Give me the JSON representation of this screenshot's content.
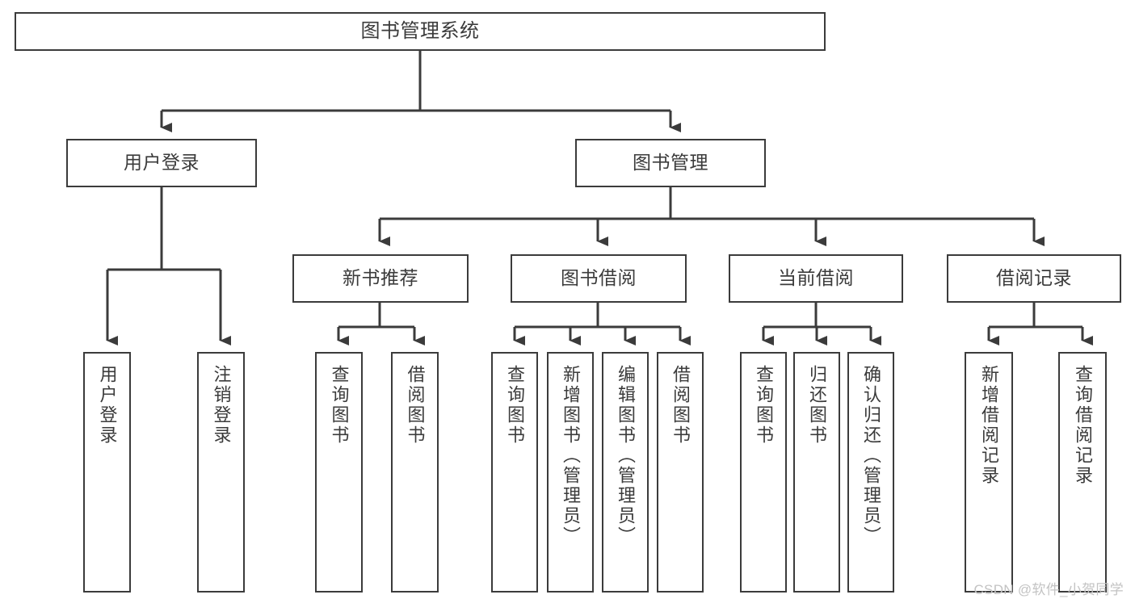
{
  "diagram": {
    "type": "tree",
    "title": "图书管理系统",
    "root": {
      "id": "root",
      "label": "图书管理系统"
    },
    "level1": [
      {
        "id": "user-login",
        "label": "用户登录"
      },
      {
        "id": "book-manage",
        "label": "图书管理"
      }
    ],
    "level2": [
      {
        "id": "new-book-rec",
        "label": "新书推荐",
        "parent": "book-manage"
      },
      {
        "id": "book-borrow",
        "label": "图书借阅",
        "parent": "book-manage"
      },
      {
        "id": "current-borrow",
        "label": "当前借阅",
        "parent": "book-manage"
      },
      {
        "id": "borrow-record",
        "label": "借阅记录",
        "parent": "book-manage"
      }
    ],
    "leaves": [
      {
        "id": "leaf-user-login",
        "label": "用户登录",
        "parent": "user-login"
      },
      {
        "id": "leaf-logout",
        "label": "注销登录",
        "parent": "user-login"
      },
      {
        "id": "leaf-query-book-1",
        "label": "查询图书",
        "parent": "new-book-rec"
      },
      {
        "id": "leaf-borrow-book-1",
        "label": "借阅图书",
        "parent": "new-book-rec"
      },
      {
        "id": "leaf-query-book-2",
        "label": "查询图书",
        "parent": "book-borrow"
      },
      {
        "id": "leaf-add-book",
        "label": "新增图书（管理员）",
        "parent": "book-borrow"
      },
      {
        "id": "leaf-edit-book",
        "label": "编辑图书（管理员）",
        "parent": "book-borrow"
      },
      {
        "id": "leaf-borrow-book-2",
        "label": "借阅图书",
        "parent": "book-borrow"
      },
      {
        "id": "leaf-query-book-3",
        "label": "查询图书",
        "parent": "current-borrow"
      },
      {
        "id": "leaf-return-book",
        "label": "归还图书",
        "parent": "current-borrow"
      },
      {
        "id": "leaf-confirm-return",
        "label": "确认归还（管理员）",
        "parent": "current-borrow"
      },
      {
        "id": "leaf-add-record",
        "label": "新增借阅记录",
        "parent": "borrow-record"
      },
      {
        "id": "leaf-query-record",
        "label": "查询借阅记录",
        "parent": "borrow-record"
      }
    ]
  },
  "colors": {
    "stroke": "#3b3b3b",
    "text": "#3b3b3b",
    "background": "#ffffff",
    "watermark": "#c3c3c3"
  },
  "watermark": {
    "text": "CSDN @软件_小贺同学"
  }
}
